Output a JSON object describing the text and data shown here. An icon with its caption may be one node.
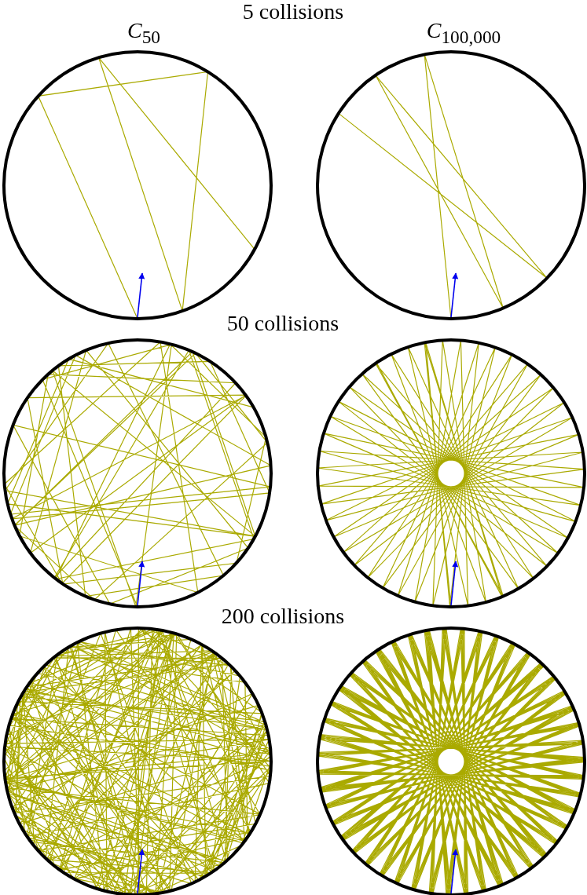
{
  "diagram": {
    "labels": [
      "5 collisions",
      "*C*$_{50}$",
      "*C*$_{100,000}$",
      "50 collisions",
      "200 collisions"
    ]
  }
}
